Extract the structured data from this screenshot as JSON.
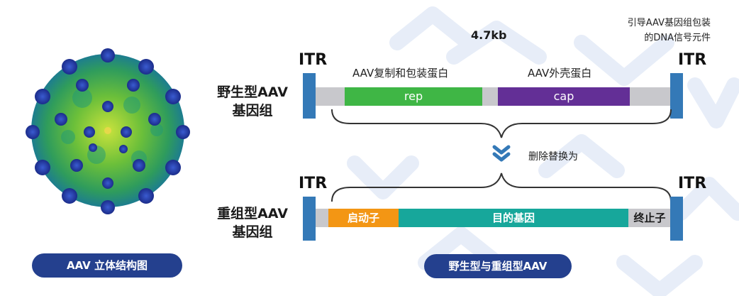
{
  "wild_type_label_lines": [
    "野生型AAV",
    "基因组"
  ],
  "recombinant_label_lines": [
    "重组型AAV",
    "基因组"
  ],
  "itr_label": "ITR",
  "genome_length": "4.7kb",
  "signal_note_lines": [
    "引导AAV基因组包装",
    "的DNA信号元件"
  ],
  "rep_description": "AAV复制和包装蛋白",
  "cap_description": "AAV外壳蛋白",
  "rep_segment": "rep",
  "cap_segment": "cap",
  "replace_text": "删除替换为",
  "promoter_segment": "启动子",
  "target_gene_segment": "目的基因",
  "terminator_segment": "终止子",
  "structure_caption": "AAV 立体结构图",
  "comparison_caption": "野生型与重组型AAV",
  "colors": {
    "itr": "#3479b7",
    "rep": "#3fb645",
    "cap": "#632f96",
    "promoter": "#f39614",
    "target_gene": "#17a79b",
    "spacer": "#c8c8cc",
    "pill": "#24408e"
  }
}
